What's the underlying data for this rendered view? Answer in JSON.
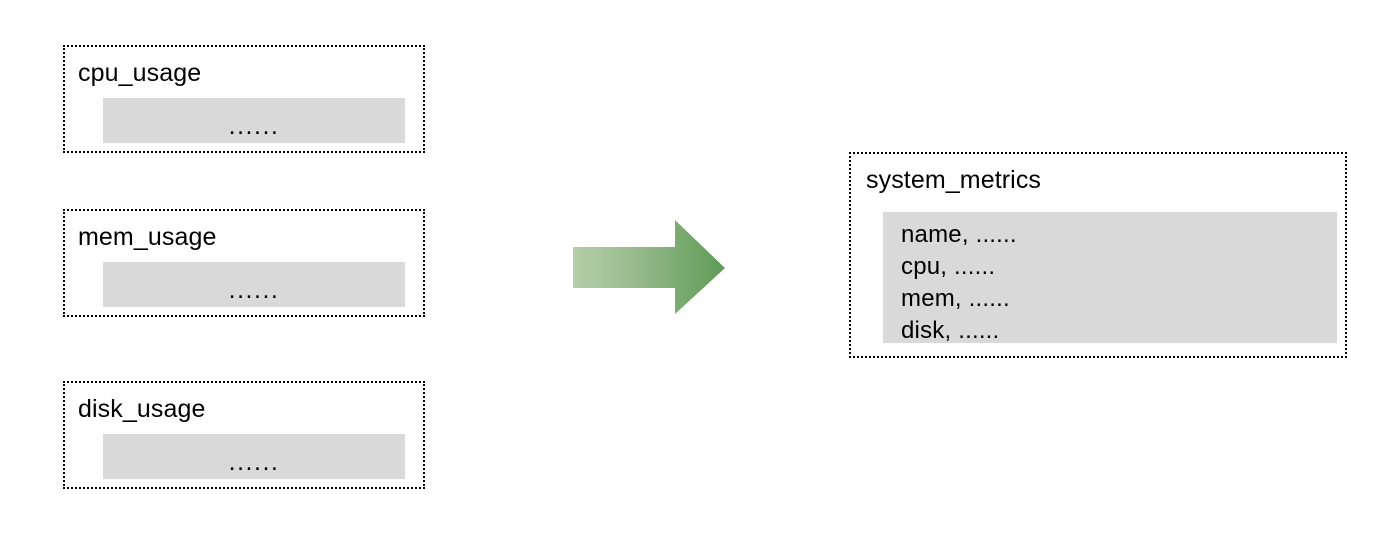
{
  "diagram": {
    "type": "data-merge-flow",
    "background_color": "#ffffff",
    "box_fill_color": "#d9d9d9",
    "box_border_color": "#000000",
    "arrow_gradient_from": "#a8c49a",
    "arrow_gradient_to": "#5e9b55",
    "sources": [
      {
        "id": "cpu-usage",
        "title": "cpu_usage",
        "body_text": "......"
      },
      {
        "id": "mem-usage",
        "title": "mem_usage",
        "body_text": "......"
      },
      {
        "id": "disk-usage",
        "title": "disk_usage",
        "body_text": "......"
      }
    ],
    "target": {
      "id": "system-metrics",
      "title": "system_metrics",
      "fields": [
        "name, ......",
        "cpu, ......",
        "mem, ......",
        "disk, ......"
      ]
    },
    "arrow": {
      "icon": "right-arrow-icon",
      "direction": "right"
    }
  }
}
